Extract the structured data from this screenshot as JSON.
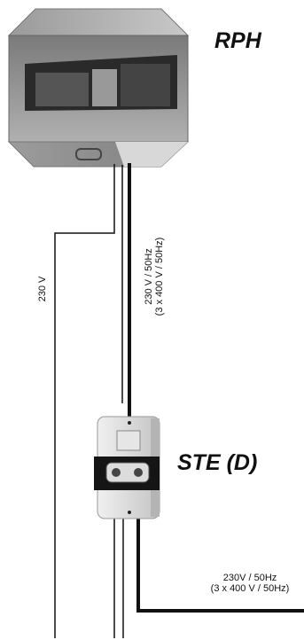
{
  "components": {
    "fan_unit": {
      "title": "RPH",
      "icon": "duct-fan-box"
    },
    "controller": {
      "title": "STE (D)",
      "icon": "switch-controller"
    }
  },
  "wiring": {
    "left_line_label": "230 V",
    "upper_main_label_line1": "230 V / 50Hz",
    "upper_main_label_line2": "(3 x 400 V / 50Hz)",
    "lower_main_label_line1": "230V / 50Hz",
    "lower_main_label_line2": "(3 x 400 V / 50Hz)"
  },
  "colors": {
    "line": "#111111",
    "housing_dark": "#8a8a8a",
    "housing_light": "#d4d4d4"
  }
}
